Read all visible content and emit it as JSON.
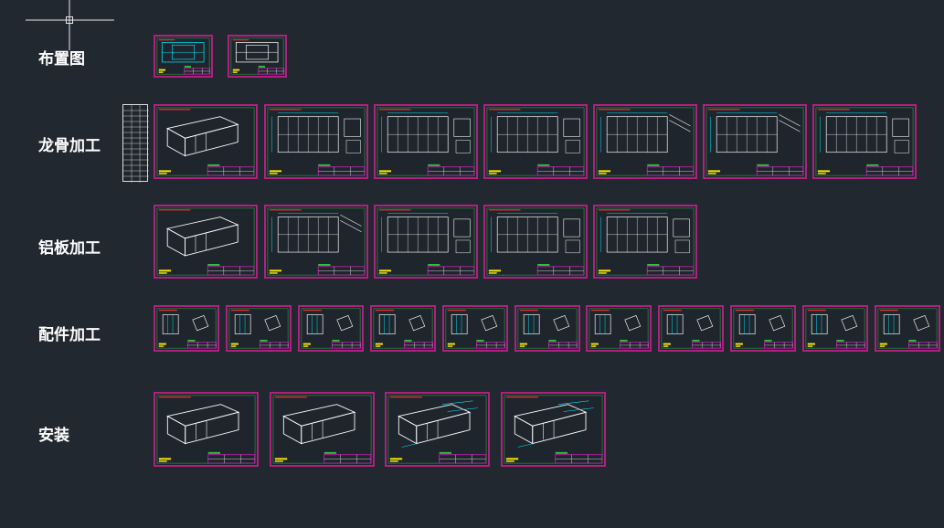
{
  "canvas": {
    "background": "#212830"
  },
  "colors": {
    "frame": "#b0207e",
    "cyan": "#00e8ff",
    "white": "#ffffff",
    "green": "#31c43a",
    "yellow": "#ffec00",
    "magenta": "#d81fbf"
  },
  "rows": [
    {
      "label": "布置图",
      "sheets": 2
    },
    {
      "label": "龙骨加工",
      "sheets": 7,
      "has_table_strip": true
    },
    {
      "label": "铝板加工",
      "sheets": 5
    },
    {
      "label": "配件加工",
      "sheets": 11
    },
    {
      "label": "安装",
      "sheets": 4
    }
  ],
  "icons": {
    "cursor": "crosshair-cursor-icon"
  }
}
